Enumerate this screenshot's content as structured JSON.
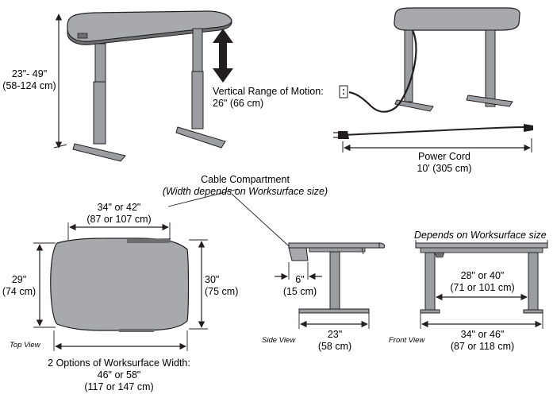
{
  "colors": {
    "surface": "#a7a9ac",
    "stroke": "#231f20",
    "frame": "#9b9da0",
    "shadow": "#58595b"
  },
  "icons": [
    "double-arrow-icon",
    "power-plug-icon",
    "wall-outlet-icon",
    "dimension-arrow-icon"
  ],
  "height_range": {
    "line1": "23\"- 49\"",
    "line2": "(58-124 cm)"
  },
  "vertical_motion": {
    "line1": "Vertical Range of Motion:",
    "line2": "26\" (66 cm)"
  },
  "power_cord": {
    "line1": "Power Cord",
    "line2": "10' (305 cm)"
  },
  "cable_compartment": {
    "line1": "Cable Compartment",
    "line2": "(Width depends on Worksurface size)"
  },
  "top_view": {
    "label": "Top View",
    "top_width": {
      "line1": "34\" or 42\"",
      "line2": "(87 or 107 cm)"
    },
    "left_depth": {
      "line1": "29\"",
      "line2": "(74 cm)"
    },
    "right_depth": {
      "line1": "30\"",
      "line2": "(75 cm)"
    },
    "widths": {
      "line1": "2 Options of Worksurface Width:",
      "line2": "46\" or 58\"",
      "line3": "(117 or 147 cm)"
    }
  },
  "side_view": {
    "label": "Side View",
    "offset": {
      "line1": "6\"",
      "line2": "(15 cm)"
    },
    "base": {
      "line1": "23\"",
      "line2": "(58 cm)"
    }
  },
  "front_view": {
    "label": "Front View",
    "note": "Depends on Worksurface size",
    "inner": {
      "line1": "28\" or 40\"",
      "line2": "(71 or 101 cm)"
    },
    "outer": {
      "line1": "34\" or 46\"",
      "line2": "(87 or 118 cm)"
    }
  }
}
